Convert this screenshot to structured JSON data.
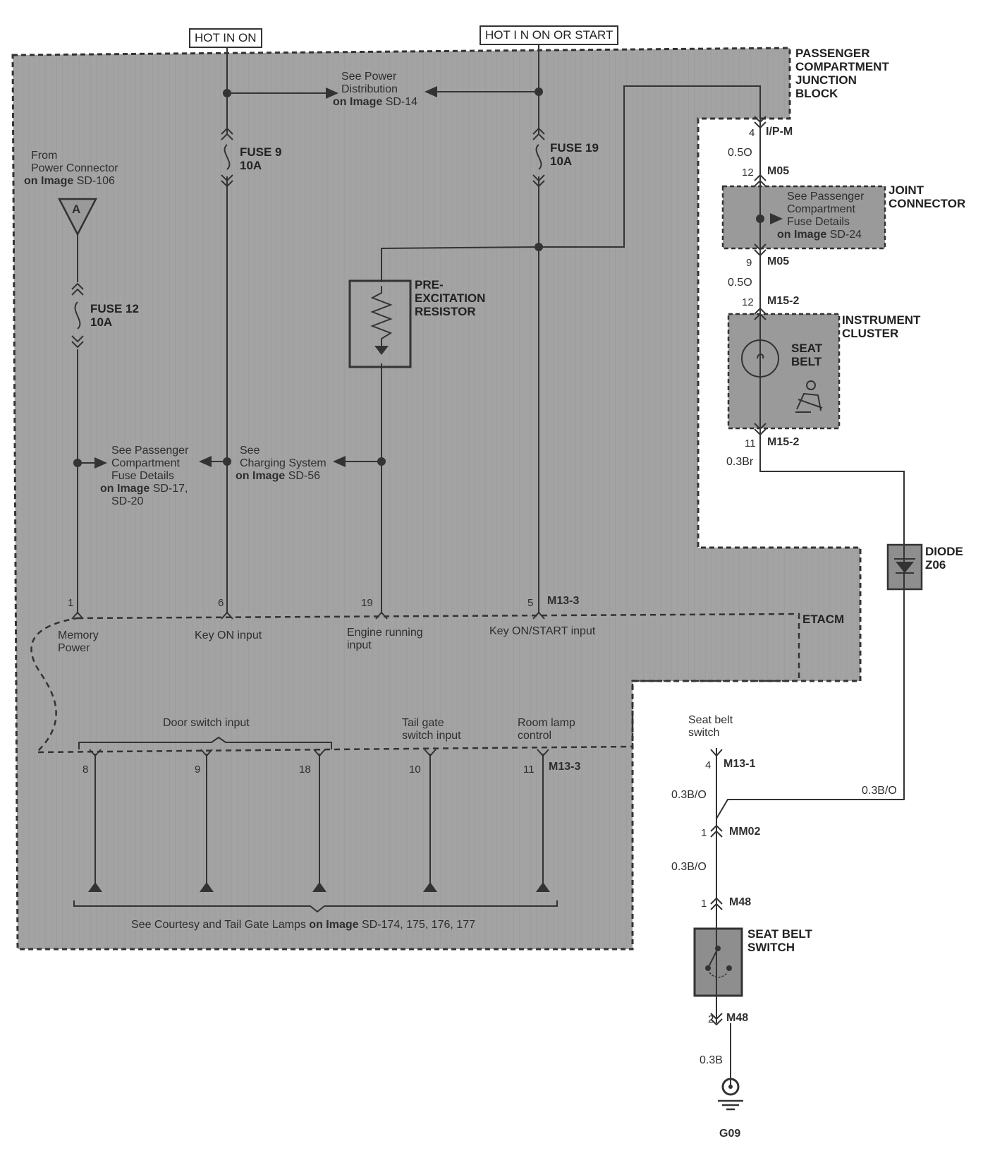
{
  "power_sources": {
    "hot_in_on": "HOT IN ON",
    "hot_in_on_or_start": "HOT I N ON OR START"
  },
  "junction_block": {
    "l1": "PASSENGER",
    "l2": "COMPARTMENT",
    "l3": "JUNCTION",
    "l4": "BLOCK"
  },
  "power_distribution_ref": {
    "l1": "See Power",
    "l2": "Distribution",
    "l3_bold": "on Image",
    "l3_ref": "SD-14"
  },
  "from_connector": {
    "l1": "From",
    "l2": "Power Connector",
    "l3_bold": "on Image",
    "l3_ref": "SD-106",
    "symbol": "A"
  },
  "fuses": {
    "fuse9": {
      "name": "FUSE 9",
      "rating": "10A"
    },
    "fuse19": {
      "name": "FUSE 19",
      "rating": "10A"
    },
    "fuse12": {
      "name": "FUSE 12",
      "rating": "10A"
    }
  },
  "resistor": {
    "l1": "PRE-",
    "l2": "EXCITATION",
    "l3": "RESISTOR"
  },
  "fuse_details_ref": {
    "l1": "See Passenger",
    "l2": "Compartment",
    "l3": "Fuse Details",
    "l4_bold": "on Image",
    "l4_ref": "SD-17,",
    "l5": "SD-20"
  },
  "charging_ref": {
    "l1": "See",
    "l2": "Charging System",
    "l3_bold": "on Image",
    "l3_ref": "SD-56"
  },
  "etacm": {
    "name": "ETACM",
    "pins_top": [
      "1",
      "6",
      "19",
      "5"
    ],
    "connector_top": "M13-3",
    "memory_power": {
      "l1": "Memory",
      "l2": "Power"
    },
    "key_on_input": "Key ON input",
    "engine_running": {
      "l1": "Engine running",
      "l2": "input"
    },
    "key_on_start": "Key ON/START input",
    "door_switch": "Door switch input",
    "tail_gate": {
      "l1": "Tail gate",
      "l2": "switch input"
    },
    "room_lamp": {
      "l1": "Room lamp",
      "l2": "control"
    },
    "seat_belt_switch": {
      "l1": "Seat belt",
      "l2": "switch"
    },
    "pins_bottom": [
      "8",
      "9",
      "18",
      "10",
      "11"
    ],
    "connector_bottom": "M13-3",
    "courtesy_ref": {
      "pre": "See Courtesy and Tail Gate Lamps ",
      "bold": "on Image",
      "post": " SD-174, 175, 176, 177"
    }
  },
  "right_branch": {
    "ipm_pin": "4",
    "ipm": "I/P-M",
    "wire1": "0.5O",
    "m05_pin_a": "12",
    "m05_a": "M05",
    "joint_connector": {
      "l1": "JOINT",
      "l2": "CONNECTOR"
    },
    "joint_ref": {
      "l1": "See Passenger",
      "l2": "Compartment",
      "l3": "Fuse Details",
      "l4_bold": "on Image",
      "l4_ref": "SD-24"
    },
    "m05_pin_b": "9",
    "m05_b": "M05",
    "wire2": "0.5O",
    "m152_pin_a": "12",
    "m152_a": "M15-2",
    "instrument_cluster": {
      "l1": "INSTRUMENT",
      "l2": "CLUSTER"
    },
    "seat_belt_lamp": {
      "l1": "SEAT",
      "l2": "BELT"
    },
    "m152_pin_b": "11",
    "m152_b": "M15-2",
    "wire3": "0.3Br",
    "diode": {
      "l1": "DIODE",
      "l2": "Z06"
    },
    "m131_pin": "4",
    "m131": "M13-1",
    "wire4": "0.3B/O",
    "wire5": "0.3B/O",
    "mm02_pin": "1",
    "mm02": "MM02",
    "wire6": "0.3B/O",
    "m48_pin_a": "1",
    "m48_a": "M48",
    "seat_belt_switch": {
      "l1": "SEAT BELT",
      "l2": "SWITCH"
    },
    "m48_pin_b": "2",
    "m48_b": "M48",
    "wire7": "0.3B",
    "ground": "G09"
  }
}
